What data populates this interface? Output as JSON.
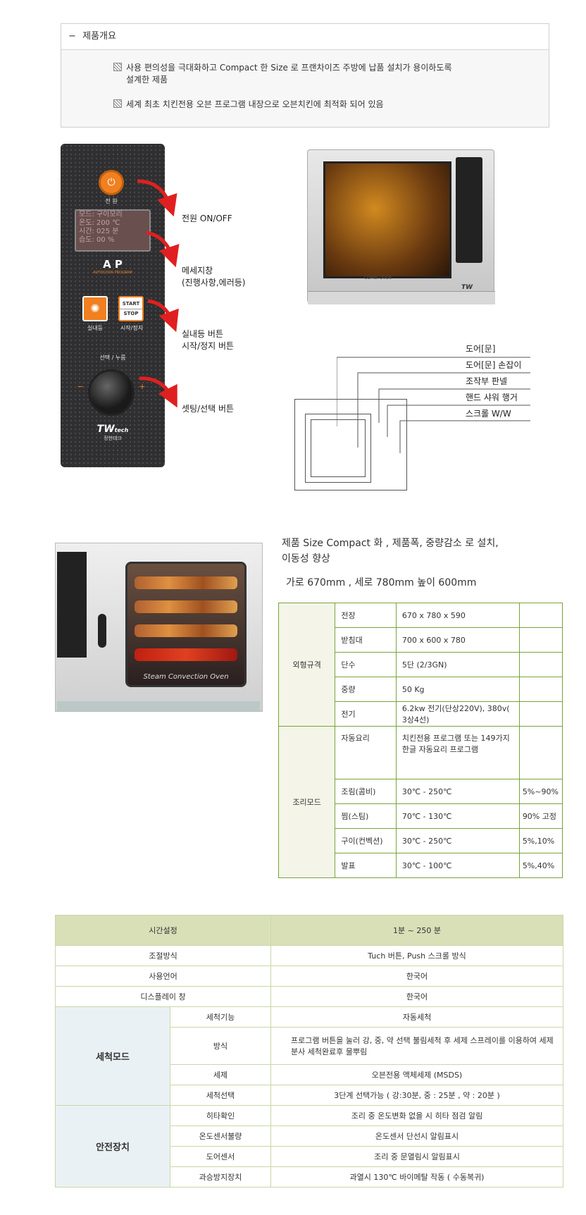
{
  "overview": {
    "title": "제품개요",
    "items": [
      [
        "사용 편의성을 극대화하고 Compact 한 Size 로 프랜차이즈 주방에 납품 설치가 용이하도록",
        "설계한 제품"
      ],
      [
        "세계 최초 치킨전용 오븐 프로그램 내장으로 오븐치킨에 최적화 되어 있음"
      ]
    ]
  },
  "panel": {
    "power_label": "전 원",
    "lcd_lines": [
      "모드: 구이모리",
      "온도: 200 ℃",
      "시간: 025 분",
      "습도: 00 %"
    ],
    "ap_logo": "A P",
    "ap_sub": "AUTOCOOK PROGRAM",
    "light_label": "실내등",
    "start": "START",
    "stop": "STOP",
    "start_stop_label": "시작/정지",
    "select_label": "선택 / 누름",
    "brand": "TW",
    "brand_sub": "tech",
    "brand_kr": "정현테크",
    "minus": "−",
    "plus": "+"
  },
  "callouts": {
    "power": "전원 ON/OFF",
    "display": [
      "메세지창",
      "(진행사항,에러등)"
    ],
    "buttons": [
      "실내등 버튼",
      "시작/정지 버튼"
    ],
    "setting": "셋팅/선택 버튼"
  },
  "oven1": {
    "label": "COMBI OVEN",
    "brand": "TW"
  },
  "drawing_labels": [
    "도어[문]",
    "도어[문] 손잡이",
    "조작부 판넬",
    "핸드 샤워 행거",
    "스크롤 W/W"
  ],
  "oven2": {
    "brand": "Steam Convection Oven"
  },
  "intro": {
    "line1": "제품 Size Compact 화 , 제품폭, 중량감소 로 설치,",
    "line2": "이동성 향상",
    "dims": "가로 670mm ,  세로 780mm    높이  600mm"
  },
  "spec": {
    "groups": [
      "외형규격",
      "조리모드"
    ],
    "outer": [
      [
        "전장",
        "670 x 780 x 590",
        ""
      ],
      [
        "받침대",
        "700 x 600 x 780",
        ""
      ],
      [
        "단수",
        "5단 (2/3GN)",
        ""
      ],
      [
        "중량",
        "50 Kg",
        ""
      ],
      [
        "전기",
        "6.2kw 전기(단상220V), 380v( 3상4선)",
        ""
      ]
    ],
    "cook": [
      [
        "자동요리",
        "치킨전용 프로그램 또는 149가지 한글 자동요리 프로그램",
        ""
      ],
      [
        "조림(콤비)",
        "30℃ - 250℃",
        "5%~90%"
      ],
      [
        "찜(스팀)",
        "70℃ - 130℃",
        "90% 고정"
      ],
      [
        "구이(컨벡션)",
        "30℃ - 250℃",
        "5%,10%"
      ],
      [
        "발표",
        "30℃ - 100℃",
        "5%,40%"
      ]
    ]
  },
  "bottom": {
    "rows": [
      [
        "시간설정",
        "1분 ~ 250 분"
      ],
      [
        "조절방식",
        "Tuch 버튼, Push 스크롤 방식"
      ],
      [
        "사용언어",
        "한국어"
      ],
      [
        "디스플레이 창",
        "한국어"
      ]
    ],
    "wash_group": "세척모드",
    "wash": [
      [
        "세척기능",
        "자동세척"
      ],
      [
        "방식",
        "프로그램 버튼을 눌러 강, 중, 약 선택 불림세척 후 세제 스프레이를 이용하여 세제분사 세척완료후 물뿌림"
      ],
      [
        "세제",
        "오븐전용 액체세제 (MSDS)"
      ],
      [
        "세척선택",
        "3단계 선택가능 ( 강:30분, 중 : 25분 , 약 : 20분 )"
      ]
    ],
    "safety_group": "안전장치",
    "safety": [
      [
        "히타확인",
        "조리 중 온도변화 없을 시 히타 점검 알림"
      ],
      [
        "온도센서불량",
        "온도센서 단선시 알림표시"
      ],
      [
        "도어센서",
        "조리 중 문열림시 알림표시"
      ],
      [
        "과승방지장치",
        "과열시 130℃ 바이메탈 작동 ( 수동복귀)"
      ]
    ]
  },
  "colors": {
    "accent": "#f08020",
    "table_border": "#7aa33a",
    "header_bg": "#d9e0b8"
  }
}
